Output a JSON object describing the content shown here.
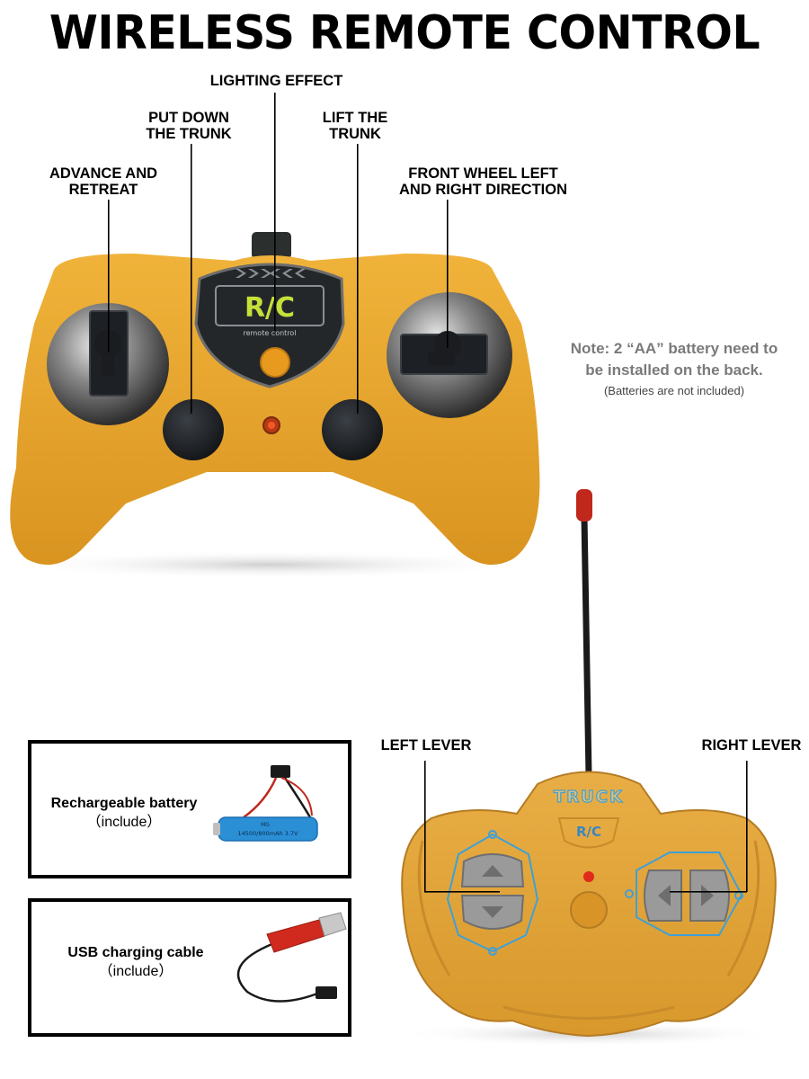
{
  "title": "WIRELESS REMOTE CONTROL",
  "controller_labels": {
    "lighting_effect": "LIGHTING EFFECT",
    "put_down_1": "PUT DOWN",
    "put_down_2": "THE TRUNK",
    "lift_1": "LIFT THE",
    "lift_2": "TRUNK",
    "advance_1": "ADVANCE AND",
    "advance_2": "RETREAT",
    "front_1": "FRONT WHEEL LEFT",
    "front_2": "AND RIGHT DIRECTION",
    "logo": "R/C",
    "logo_sub": "remote control"
  },
  "note": {
    "line1": "Note: 2 “AA” battery need to",
    "line2": "be installed on the back.",
    "line3": "(Batteries are not included)"
  },
  "accessories": {
    "battery_title": "Rechargeable battery",
    "battery_sub": "（include）",
    "battery_print": "14500/800mAh 3.7V",
    "battery_brand": "MG",
    "usb_title": "USB charging cable",
    "usb_sub": "（include）"
  },
  "transmitter_labels": {
    "left_lever": "LEFT LEVER",
    "right_lever": "RIGHT LEVER",
    "truck": "TRUCK",
    "rc": "R/C"
  },
  "colors": {
    "body_yellow": "#E8A526",
    "transmitter_yellow": "#E2A437",
    "accent_blue": "#3FA0D8",
    "logo_green": "#C6E03A",
    "dark": "#1f2226"
  }
}
